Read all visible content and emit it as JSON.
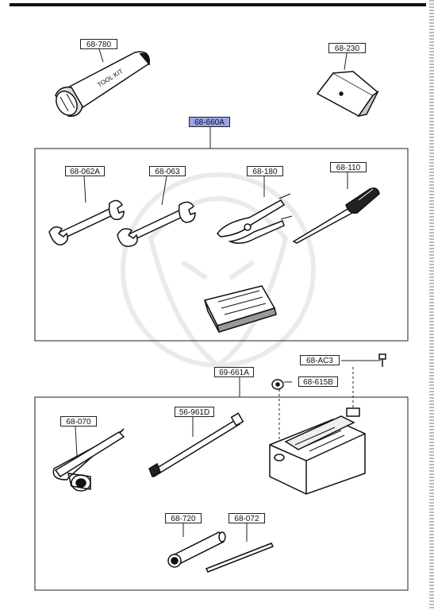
{
  "parts": {
    "p68780": "68-780",
    "p68230": "68-230",
    "p68660A": "68-660A",
    "p68062A": "68-062A",
    "p68063": "68-063",
    "p68180": "68-180",
    "p68110": "68-110",
    "p68AC3": "68-AC3",
    "p69661A": "69-661A",
    "p68615B": "68-615B",
    "p68070": "68-070",
    "p56961D": "56-961D",
    "p68720": "68-720",
    "p68072": "68-072"
  },
  "tool_roll_brand": "TOOL KIT",
  "colors": {
    "highlight": "#9aa3e8",
    "line": "#222222"
  }
}
